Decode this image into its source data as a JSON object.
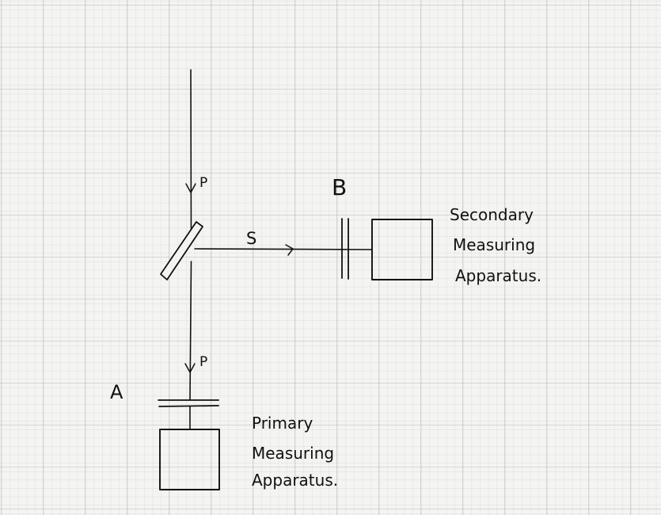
{
  "diagram": {
    "beam_labels": {
      "incoming": "P",
      "transmitted": "P",
      "reflected": "S"
    },
    "filters": {
      "primary_label": "A",
      "secondary_label": "B"
    },
    "primary_apparatus": {
      "line1": "Primary",
      "line2": "Measuring",
      "line3": "Apparatus."
    },
    "secondary_apparatus": {
      "line1": "Secondary",
      "line2": "Measuring",
      "line3": "Apparatus."
    }
  },
  "colors": {
    "paper": "#f4f4f2",
    "grid_minor": "#d6d6d6",
    "grid_major": "#b9b9b9",
    "ink": "#111111"
  }
}
